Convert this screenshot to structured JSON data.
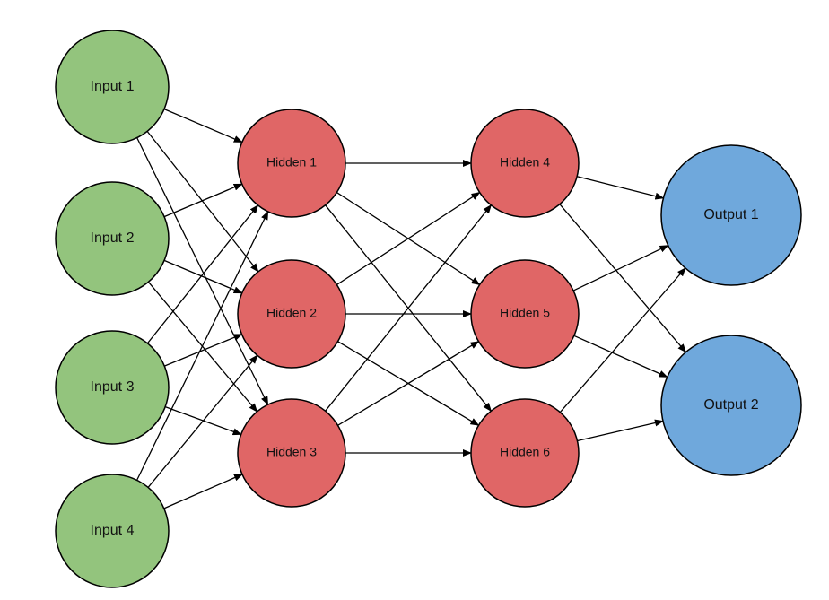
{
  "colors": {
    "input": "#93c47d",
    "hidden": "#e06666",
    "output": "#6fa8dc",
    "stroke": "#000000",
    "edge": "#000000"
  },
  "layers": [
    {
      "name": "input",
      "nodes": [
        {
          "id": "in1",
          "label": "Input 1"
        },
        {
          "id": "in2",
          "label": "Input 2"
        },
        {
          "id": "in3",
          "label": "Input 3"
        },
        {
          "id": "in4",
          "label": "Input 4"
        }
      ]
    },
    {
      "name": "hidden-a",
      "nodes": [
        {
          "id": "h1",
          "label": "Hidden 1"
        },
        {
          "id": "h2",
          "label": "Hidden 2"
        },
        {
          "id": "h3",
          "label": "Hidden 3"
        }
      ]
    },
    {
      "name": "hidden-b",
      "nodes": [
        {
          "id": "h4",
          "label": "Hidden 4"
        },
        {
          "id": "h5",
          "label": "Hidden 5"
        },
        {
          "id": "h6",
          "label": "Hidden 6"
        }
      ]
    },
    {
      "name": "output",
      "nodes": [
        {
          "id": "out1",
          "label": "Output 1"
        },
        {
          "id": "out2",
          "label": "Output 2"
        }
      ]
    }
  ],
  "connectivity": "fully-connected-between-adjacent-layers"
}
